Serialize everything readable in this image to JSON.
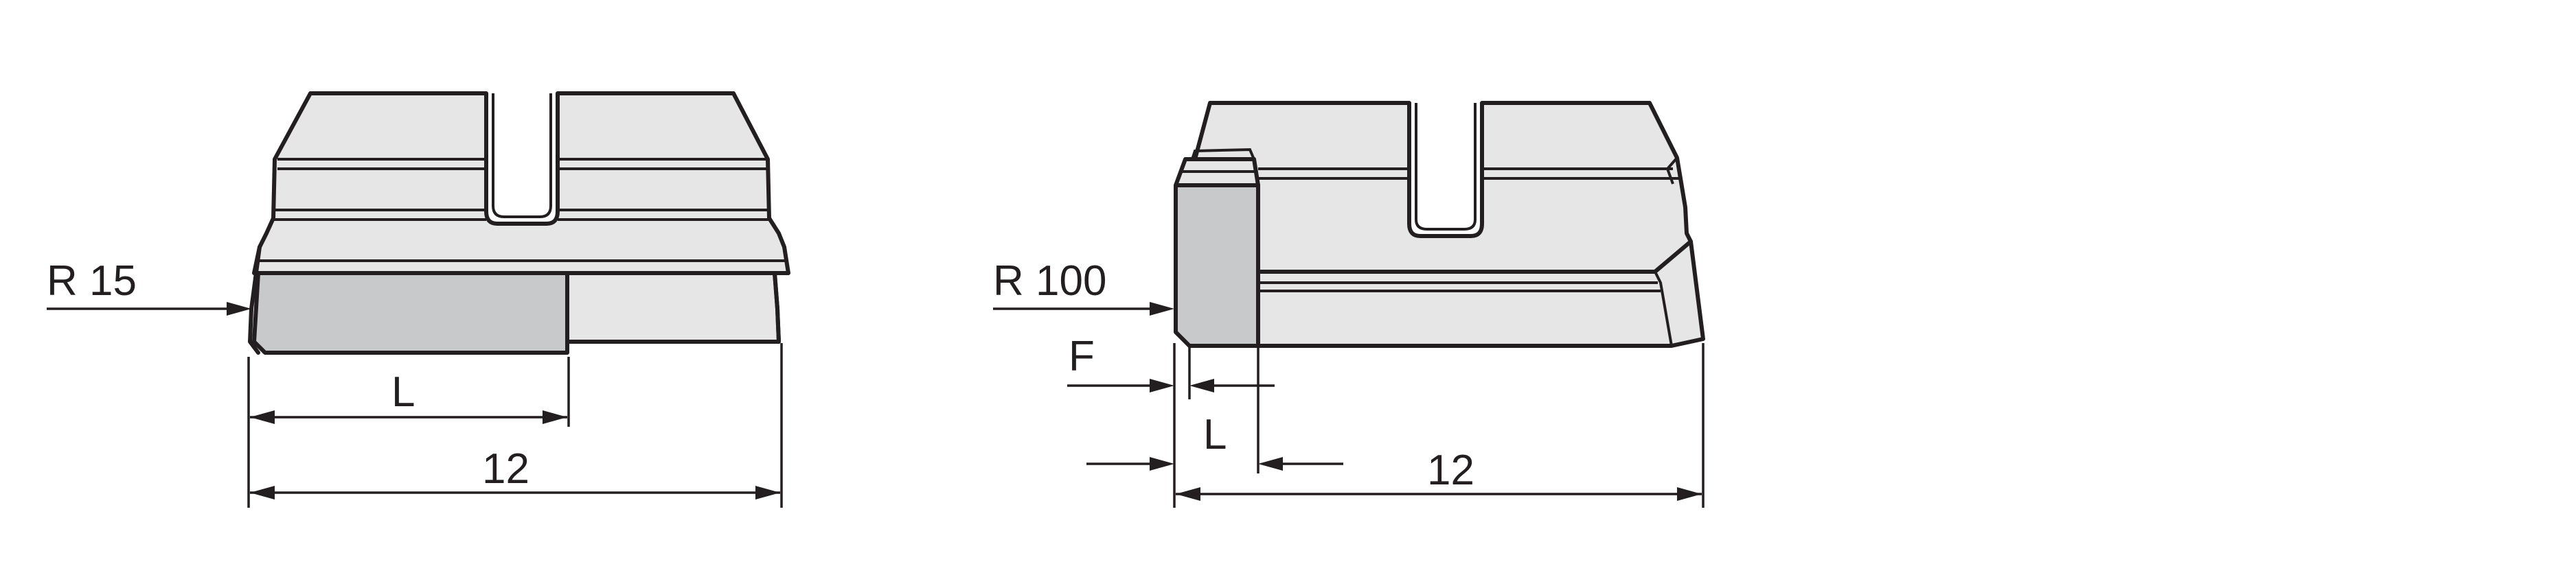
{
  "left_view": {
    "radius_label": "R 15",
    "length_label": "L",
    "total_label": "12"
  },
  "right_view": {
    "radius_label": "R 100",
    "chamfer_label": "F",
    "length_label": "L",
    "total_label": "12"
  },
  "colors": {
    "line": "#231f20",
    "body_fill": "#e6e6e6",
    "insert_fill": "#c8c9cb"
  }
}
